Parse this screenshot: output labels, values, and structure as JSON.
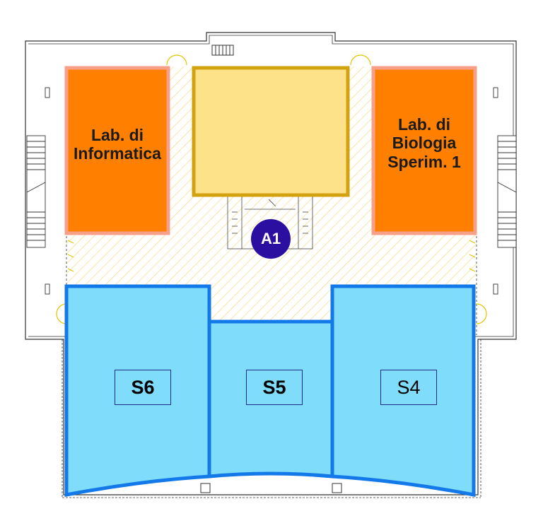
{
  "rooms": {
    "lab_informatica": {
      "line1": "Lab. di",
      "line2": "Informatica",
      "color": "#ff8000",
      "border": "#f6a08a"
    },
    "lab_biologia": {
      "line1": "Lab. di",
      "line2": "Biologia",
      "line3": "Sperim. 1",
      "color": "#ff8000",
      "border": "#f6a08a"
    },
    "atrium": {
      "color": "#fde28a",
      "border": "#d3a20f"
    },
    "s6": {
      "label": "S6",
      "color": "#7fdcfb",
      "border": "#1479e8"
    },
    "s5": {
      "label": "S5",
      "color": "#7fdcfb",
      "border": "#1479e8"
    },
    "s4": {
      "label": "S4",
      "color": "#7fdcfb",
      "border": "#1479e8"
    }
  },
  "marker": {
    "label": "A1",
    "color": "#2a0fa0"
  },
  "hatch_color": "#f2d878"
}
